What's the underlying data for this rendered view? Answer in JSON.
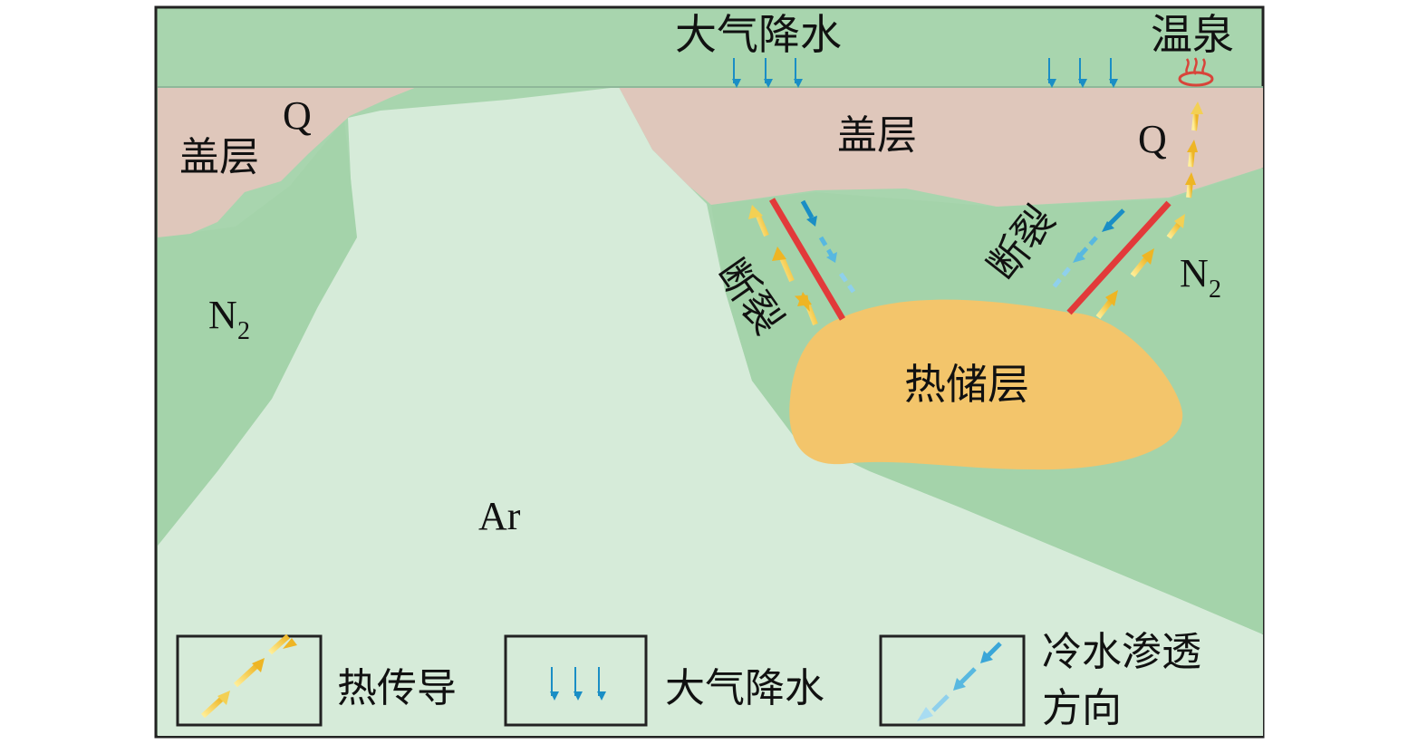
{
  "colors": {
    "green_surface": "#a8d5ae",
    "green_n2": "#a4d3aa",
    "ar_pale": "#d6ebd9",
    "cap_tan": "#dfc7bb",
    "reservoir": "#f3c56b",
    "fault_red": "#e23a3a",
    "heat_arrow": "#f3c23a",
    "rain_arrow": "#1a8ec5",
    "cold_arrow": "#58b8e0",
    "spring_red": "#d8443a"
  },
  "labels": {
    "rain_top": "大气降水",
    "hot_spring": "温泉",
    "cap_left": "盖层",
    "cap_right": "盖层",
    "q_left": "Q",
    "q_right": "Q",
    "n2_left": "N",
    "n2_left_sub": "2",
    "n2_right": "N",
    "n2_right_sub": "2",
    "ar": "Ar",
    "fault_left": "断裂",
    "fault_right": "断裂",
    "reservoir": "热储层"
  },
  "legend": {
    "heat_conduction": "热传导",
    "precipitation": "大气降水",
    "cold_seepage_line1": "冷水渗透",
    "cold_seepage_line2": "方向"
  },
  "icons": {
    "hot_spring": "hot-spring-icon",
    "heat_arrow": "heat-conduction-arrow-icon",
    "rain_arrow": "rain-arrow-icon",
    "cold_arrow": "cold-seepage-arrow-icon"
  }
}
